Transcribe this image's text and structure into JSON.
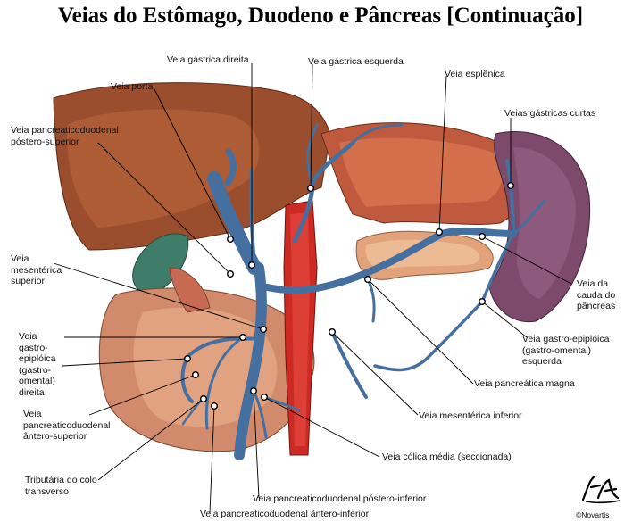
{
  "title": "Veias do Estômago, Duodeno e Pâncreas [Continuação]",
  "labels": {
    "gastrica_direita": "Veia gástrica direita",
    "gastrica_esquerda": "Veia gástrica esquerda",
    "esplenica": "Veia esplênica",
    "porta": "Veia porta",
    "gastricas_curtas": "Veias gástricas curtas",
    "pd_postero_superior_1": "Veia pancreaticoduodenal",
    "pd_postero_superior_2": "póstero-superior",
    "mesenterica_superior_1": "Veia",
    "mesenterica_superior_2": "mesentérica",
    "mesenterica_superior_3": "superior",
    "cauda_pancreas_1": "Veia da",
    "cauda_pancreas_2": "cauda do",
    "cauda_pancreas_3": "pâncreas",
    "gastro_epiploica_dir_1": "Veia",
    "gastro_epiploica_dir_2": "gastro-",
    "gastro_epiploica_dir_3": "epiplóica",
    "gastro_epiploica_dir_4": "(gastro-",
    "gastro_epiploica_dir_5": "omental)",
    "gastro_epiploica_dir_6": "direita",
    "gastro_epiploica_esq_1": "Veia gastro-epiplóica",
    "gastro_epiploica_esq_2": "(gastro-omental)",
    "gastro_epiploica_esq_3": "esquerda",
    "pancreatica_magna": "Veia pancreática magna",
    "pd_antero_superior_1": "Veia",
    "pd_antero_superior_2": "pancreaticoduodenal",
    "pd_antero_superior_3": "ântero-superior",
    "mesenterica_inferior": "Veia mesentérica inferior",
    "colica_media": "Veia cólica média (seccionada)",
    "tributaria_colo_1": "Tributária do colo",
    "tributaria_colo_2": "transverso",
    "pd_postero_inferior": "Veia pancreaticoduodenal póstero-inferior",
    "pd_antero_inferior": "Veia pancreaticoduodenal ântero-inferior"
  },
  "copyright": "©Novartis"
}
